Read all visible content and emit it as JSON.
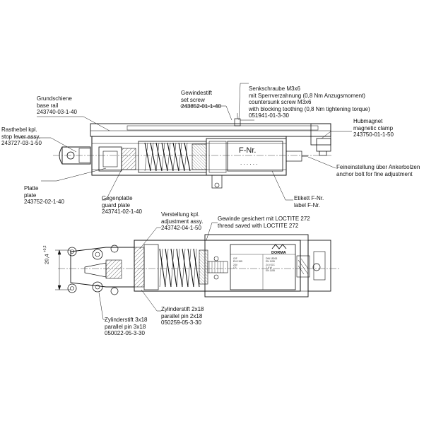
{
  "labels": {
    "grundschiene": [
      "Grundschiene",
      "base rail",
      "243740-03-1-40"
    ],
    "gewindestift": [
      "Gewindestift",
      "set screw",
      "243852-01-1-40"
    ],
    "senkschraube": [
      "Senkschraube M3x6",
      "mit Sperrverzahnung (0,8 Nm Anzugsmoment)",
      "countersunk screw M3x6",
      "with blocking toothing (0,8 Nm tightening torque)",
      "051941-01-3-30"
    ],
    "rasthebel": [
      "Rasthebel kpl.",
      "stop lever assy.",
      "243727-03-1-50"
    ],
    "hubmagnet": [
      "Hubmagnet",
      "magnetic clamp",
      "243750-01-1-50"
    ],
    "feineinstellung": [
      "Feineinstellung über Ankerbolzen",
      "anchor bolt for fine adjustment"
    ],
    "platte": [
      "Platte",
      "plate",
      "243752-02-1-40"
    ],
    "etikett": [
      "Etikett F-Nr.",
      "label F-Nr."
    ],
    "gegenplatte": [
      "Gegenplatte",
      "guard plate",
      "243741-02-1-40"
    ],
    "verstellung": [
      "Verstellung kpl.",
      "adjustment assy.",
      "243742-04-1-50"
    ],
    "gewinde": [
      "Gewinde gesichert mit LOCTITE 272",
      "thread saved with LOCTITE 272"
    ],
    "zylinderstift_2x18": [
      "Zylinderstift 2x18",
      "parallel pin 2x18",
      "050259-05-3-30"
    ],
    "zylinderstift_3x18": [
      "Zylinderstift 3x18",
      "parallel pin 3x18",
      "050022-05-3-30"
    ]
  },
  "fnr_label": {
    "title": "F-Nr.",
    "dots": ". . . . . ."
  },
  "dimension": {
    "value": "20,4",
    "tolerance": "+0,2"
  },
  "nameplate": {
    "brand": "DORMA",
    "lines_left": [
      "G/F",
      "EN 1155",
      "24V",
      "CE"
    ],
    "lines_right": [
      "DIN 18263",
      "EN 1155",
      "24 V DC",
      "2,6 W",
      "EN 1155"
    ]
  }
}
